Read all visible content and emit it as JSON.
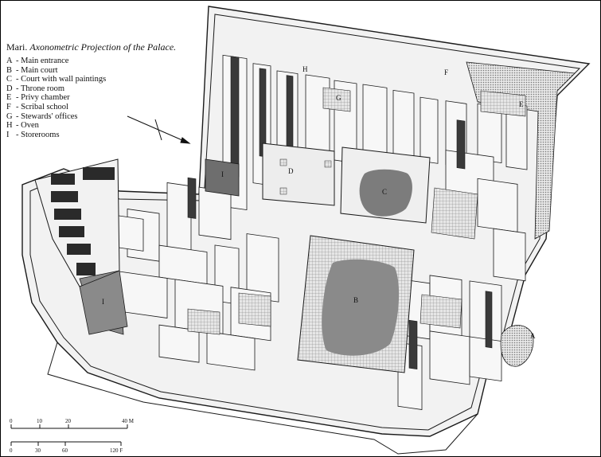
{
  "caption": {
    "site": "Mari.",
    "title": "Axonometric Projection of the Palace."
  },
  "legend": [
    {
      "key": "A",
      "sep": "-",
      "text": "Main entrance"
    },
    {
      "key": "B",
      "sep": "-",
      "text": "Main court"
    },
    {
      "key": "C",
      "sep": "-",
      "text": "Court with wall paintings"
    },
    {
      "key": "D",
      "sep": "-",
      "text": "Throne room"
    },
    {
      "key": "E",
      "sep": "-",
      "text": "Privy chamber"
    },
    {
      "key": "F",
      "sep": "-",
      "text": "Scribal school"
    },
    {
      "key": "G",
      "sep": "-",
      "text": "Stewards' offices"
    },
    {
      "key": "H",
      "sep": "-",
      "text": "Oven"
    },
    {
      "key": "I",
      "sep": "-",
      "text": "Storerooms"
    }
  ],
  "plan_labels": {
    "A": "A",
    "B": "B",
    "C": "C",
    "D": "D",
    "E": "E",
    "F": "F",
    "G": "G",
    "H": "H",
    "I": "I",
    "I2": "I"
  },
  "scale_meters": {
    "ticks": [
      "0",
      "10",
      "20",
      "40 M"
    ]
  },
  "scale_feet": {
    "ticks": [
      "0",
      "30",
      "60",
      "120 F"
    ]
  },
  "colors": {
    "wall_fill": "#f2f2f2",
    "wall_stroke": "#1a1a1a",
    "court_gray": "#8a8a8a",
    "dark_fill": "#2a2a2a"
  }
}
